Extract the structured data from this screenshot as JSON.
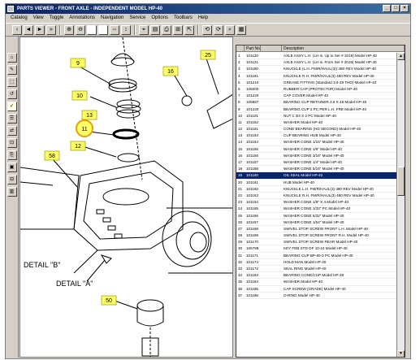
{
  "window": {
    "title": "PARTS VIEWER - FRONT AXLE - INDEPENDENT MODEL HP-40",
    "controls": [
      "_",
      "□",
      "×"
    ]
  },
  "menu": [
    "Catalog",
    "View",
    "Toggle",
    "Annotations",
    "Navigation",
    "Service",
    "Options",
    "Toolbars",
    "Help"
  ],
  "toolbar": [
    "‹",
    "◄",
    "►",
    "»",
    "⊕",
    "⊖",
    "",
    "",
    "⇔",
    "↕",
    "⌖",
    "▤",
    "⎙",
    "⊞",
    "⇱",
    "⟲",
    "⟳",
    "⌕",
    "▦"
  ],
  "lefttools": [
    "⌂",
    "✎",
    "⬚",
    "↺",
    "✓",
    "☰",
    "⇄",
    "⊡",
    "⎘",
    "▣",
    "⊟",
    "▥"
  ],
  "drawing": {
    "callouts": [
      "9",
      "10",
      "11",
      "12",
      "16",
      "25",
      "58",
      "50",
      "13"
    ],
    "labels": [
      "DETAIL \"B\"",
      "DETAIL \"A\""
    ]
  },
  "parts": {
    "columns": [
      "",
      "Part No",
      "",
      "Description"
    ],
    "rows": [
      [
        "1",
        "101120",
        "AXLE ASSY L.H. (LH is. Up to Ser # 2019) Model HP-40"
      ],
      [
        "2",
        "101121",
        "AXLE ASSY L.H. (LH is. From Ser # 2019) Model HP-40"
      ],
      [
        "3",
        "101180",
        "KNUCKLE (L.H. FM/R/HAUL(3)) 480 REV Model HP-40"
      ],
      [
        "4",
        "101181",
        "KNUCKLE R.H. FM/R/HAUL(3) 480 REV Model HP-40"
      ],
      [
        "5",
        "101210",
        "GREASE FITTING (Standard 1/4-28 THD) Model HP-40"
      ],
      [
        "6",
        "106000",
        "RUBBER CAP (PROTECTOR) Model HP-40"
      ],
      [
        "7",
        "101220",
        "CAP COVER Model HP-40"
      ],
      [
        "8",
        "106887",
        "BEARING CUP RETAINER 3.5 X 48 Model HP-40"
      ],
      [
        "9",
        "101220",
        "BEARING CUP 2 PC PER L.H. FRE Model HP-40"
      ],
      [
        "10",
        "101101",
        "NUT 1 3/4 X 2 PC Model HP-40"
      ],
      [
        "11",
        "101152",
        "WASHER Model HP-40"
      ],
      [
        "12",
        "101151",
        "CONE BEARING (HD SECOND) Model HP-40"
      ],
      [
        "13",
        "101153",
        "CUP BEARING HUB Model HP-40"
      ],
      [
        "14",
        "101154",
        "WASHER CONE 1/16\" Model HP-40"
      ],
      [
        "15",
        "101155",
        "WASHER CONE 1/8\" Model HP-40"
      ],
      [
        "16",
        "101156",
        "WASHER CONE 3/16\" Model HP-40"
      ],
      [
        "17",
        "101157",
        "WASHER CONE 1/4\" Model HP-40"
      ],
      [
        "18",
        "101158",
        "WASHER CONE 5/16\" Model HP-40"
      ],
      [
        "19",
        "101160",
        "OIL SEAL Model HP-40"
      ],
      [
        "20",
        "101161",
        "HUB Model HP-40"
      ],
      [
        "21",
        "101162",
        "KNUCKLE L.H. FM/R/HAUL(3) 480 REV Model HP-40"
      ],
      [
        "22",
        "101163",
        "KNUCKLE R.H. FM/R/HAUL(3) 480 REV Model HP-40"
      ],
      [
        "23",
        "101164",
        "WASHER CONE 1/8\" X 4 Model HP-40"
      ],
      [
        "24",
        "101165",
        "WASHER CONE 1/32\" PC Model HP-40"
      ],
      [
        "25",
        "101166",
        "WASHER CONE 5/32\" Model HP-40"
      ],
      [
        "26",
        "101167",
        "WASHER CONE 1/64\" Model HP-40"
      ],
      [
        "27",
        "101168",
        "SWIVEL STOP SCREW FRONT L.H. Model HP-40"
      ],
      [
        "28",
        "101169",
        "SWIVEL STOP SCREW FRONT R.H. Model HP-40"
      ],
      [
        "29",
        "101170",
        "SWIVEL STOP SCREW REAR Model HP-40"
      ],
      [
        "30",
        "106789",
        "KEY FEB STD OF 10-24 Model HP-40"
      ],
      [
        "31",
        "101171",
        "BEARING CUP BP-80-2 PC Model HP-40"
      ],
      [
        "32",
        "101174",
        "HOLD MAN Model HP-40"
      ],
      [
        "33",
        "101172",
        "SEAL RING Model HP-40"
      ],
      [
        "34",
        "101183",
        "BEARING CONE/CUP Model HP-40"
      ],
      [
        "35",
        "101184",
        "WASHER Model HP-40"
      ],
      [
        "36",
        "101185",
        "CAP SCREW (GRADE) Model HP-40"
      ],
      [
        "37",
        "101186",
        "O-RING Model HP-40"
      ]
    ],
    "selected_index": 18
  },
  "colors": {
    "callout_fill": "#ffff66",
    "callout_highlight": "#e8a000",
    "selection": "#0a246a",
    "chrome": "#d4d0c8"
  }
}
